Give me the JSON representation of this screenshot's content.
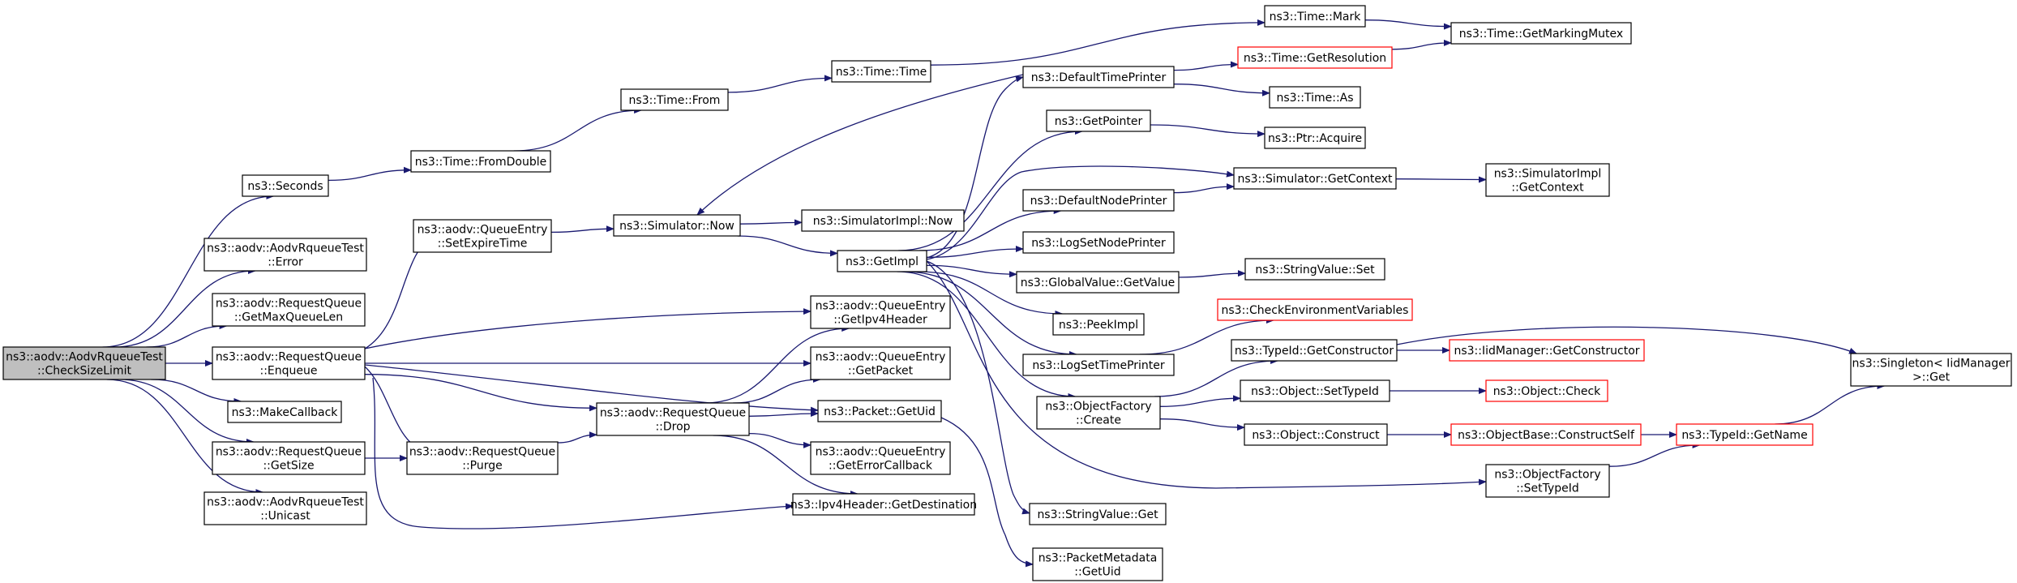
{
  "diagram": {
    "edge_color": "#191970",
    "box_border": "#000000",
    "truncated_border": "#ff0000",
    "root_fill": "#bfbfbf",
    "nodes": [
      {
        "id": "root",
        "lines": [
          "ns3::aodv::AodvRqueueTest",
          "::CheckSizeLimit"
        ],
        "style": "root"
      },
      {
        "id": "seconds",
        "lines": [
          "ns3::Seconds"
        ]
      },
      {
        "id": "error",
        "lines": [
          "ns3::aodv::AodvRqueueTest",
          "::Error"
        ]
      },
      {
        "id": "getmaxq",
        "lines": [
          "ns3::aodv::RequestQueue",
          "::GetMaxQueueLen"
        ]
      },
      {
        "id": "enqueue",
        "lines": [
          "ns3::aodv::RequestQueue",
          "::Enqueue"
        ]
      },
      {
        "id": "makecb",
        "lines": [
          "ns3::MakeCallback"
        ]
      },
      {
        "id": "getsize",
        "lines": [
          "ns3::aodv::RequestQueue",
          "::GetSize"
        ]
      },
      {
        "id": "unicast",
        "lines": [
          "ns3::aodv::AodvRqueueTest",
          "::Unicast"
        ]
      },
      {
        "id": "fromdouble",
        "lines": [
          "ns3::Time::FromDouble"
        ]
      },
      {
        "id": "setexpire",
        "lines": [
          "ns3::aodv::QueueEntry",
          "::SetExpireTime"
        ]
      },
      {
        "id": "purge",
        "lines": [
          "ns3::aodv::RequestQueue",
          "::Purge"
        ]
      },
      {
        "id": "timefrom",
        "lines": [
          "ns3::Time::From"
        ]
      },
      {
        "id": "simnow",
        "lines": [
          "ns3::Simulator::Now"
        ]
      },
      {
        "id": "drop",
        "lines": [
          "ns3::aodv::RequestQueue",
          "::Drop"
        ]
      },
      {
        "id": "timetime",
        "lines": [
          "ns3::Time::Time"
        ]
      },
      {
        "id": "simimplnow",
        "lines": [
          "ns3::SimulatorImpl::Now"
        ]
      },
      {
        "id": "getimpl",
        "lines": [
          "ns3::GetImpl"
        ]
      },
      {
        "id": "getipv4",
        "lines": [
          "ns3::aodv::QueueEntry",
          "::GetIpv4Header"
        ]
      },
      {
        "id": "getpacket",
        "lines": [
          "ns3::aodv::QueueEntry",
          "::GetPacket"
        ]
      },
      {
        "id": "pktuid",
        "lines": [
          "ns3::Packet::GetUid"
        ]
      },
      {
        "id": "geterrcb",
        "lines": [
          "ns3::aodv::QueueEntry",
          "::GetErrorCallback"
        ]
      },
      {
        "id": "getdest",
        "lines": [
          "ns3::Ipv4Header::GetDestination"
        ]
      },
      {
        "id": "defaulttime",
        "lines": [
          "ns3::DefaultTimePrinter"
        ]
      },
      {
        "id": "getpointer",
        "lines": [
          "ns3::GetPointer"
        ]
      },
      {
        "id": "defaultnode",
        "lines": [
          "ns3::DefaultNodePrinter"
        ]
      },
      {
        "id": "logsetnode",
        "lines": [
          "ns3::LogSetNodePrinter"
        ]
      },
      {
        "id": "gvgetvalue",
        "lines": [
          "ns3::GlobalValue::GetValue"
        ]
      },
      {
        "id": "peekimpl",
        "lines": [
          "ns3::PeekImpl"
        ]
      },
      {
        "id": "logsettime",
        "lines": [
          "ns3::LogSetTimePrinter"
        ]
      },
      {
        "id": "objfactcreate",
        "lines": [
          "ns3::ObjectFactory",
          "::Create"
        ]
      },
      {
        "id": "strget",
        "lines": [
          "ns3::StringValue::Get"
        ]
      },
      {
        "id": "pmuid",
        "lines": [
          "ns3::PacketMetadata",
          "::GetUid"
        ]
      },
      {
        "id": "timemark",
        "lines": [
          "ns3::Time::Mark"
        ]
      },
      {
        "id": "getres",
        "lines": [
          "ns3::Time::GetResolution"
        ],
        "style": "red"
      },
      {
        "id": "timeas",
        "lines": [
          "ns3::Time::As"
        ]
      },
      {
        "id": "ptracq",
        "lines": [
          "ns3::Ptr::Acquire"
        ]
      },
      {
        "id": "simgetctx",
        "lines": [
          "ns3::Simulator::GetContext"
        ]
      },
      {
        "id": "strset",
        "lines": [
          "ns3::StringValue::Set"
        ]
      },
      {
        "id": "checkenv",
        "lines": [
          "ns3::CheckEnvironmentVariables"
        ],
        "style": "red"
      },
      {
        "id": "typeidgetctor",
        "lines": [
          "ns3::TypeId::GetConstructor"
        ]
      },
      {
        "id": "objsettypeid",
        "lines": [
          "ns3::Object::SetTypeId"
        ]
      },
      {
        "id": "objconstruct",
        "lines": [
          "ns3::Object::Construct"
        ]
      },
      {
        "id": "ofsettypeid",
        "lines": [
          "ns3::ObjectFactory",
          "::SetTypeId"
        ]
      },
      {
        "id": "getmarkmutex",
        "lines": [
          "ns3::Time::GetMarkingMutex"
        ]
      },
      {
        "id": "simimplctx",
        "lines": [
          "ns3::SimulatorImpl",
          "::GetContext"
        ]
      },
      {
        "id": "iidgetctor",
        "lines": [
          "ns3::IidManager::GetConstructor"
        ],
        "style": "red"
      },
      {
        "id": "objcheck",
        "lines": [
          "ns3::Object::Check"
        ],
        "style": "red"
      },
      {
        "id": "constructself",
        "lines": [
          "ns3::ObjectBase::ConstructSelf"
        ],
        "style": "red"
      },
      {
        "id": "typeidgetname",
        "lines": [
          "ns3::TypeId::GetName"
        ],
        "style": "red"
      },
      {
        "id": "singleton",
        "lines": [
          "ns3::Singleton< IidManager",
          " >::Get"
        ]
      }
    ]
  }
}
